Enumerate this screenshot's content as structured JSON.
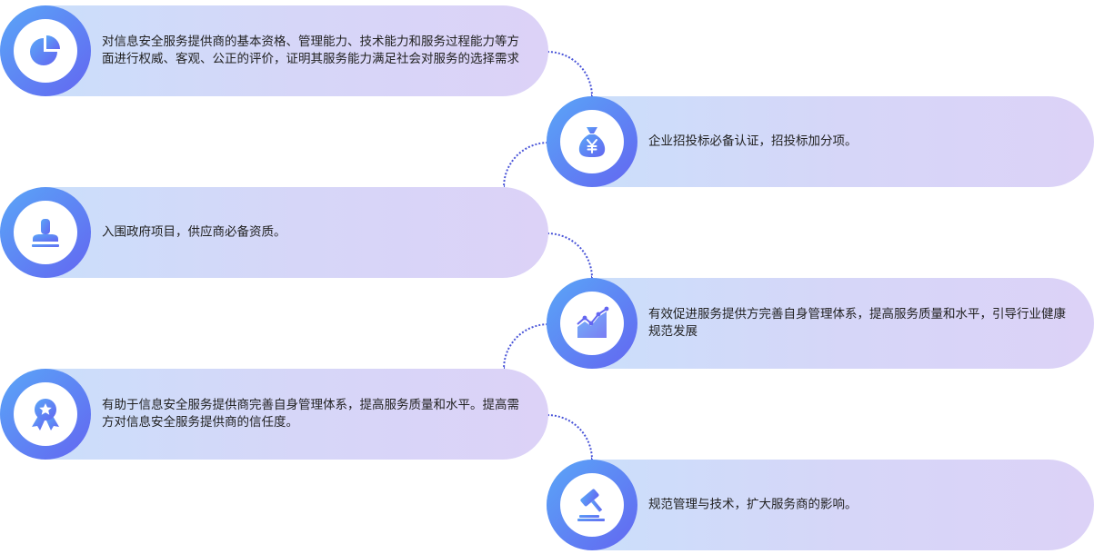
{
  "colors": {
    "circle_gradient_start": "#5aa6f7",
    "circle_gradient_end": "#6366f1",
    "pill_gradient_start": "#c9e0fb",
    "pill_gradient_end": "#dcd2f7",
    "connector": "#4a55d8"
  },
  "items": [
    {
      "icon": "pie-chart-icon",
      "text": "对信息安全服务提供商的基本资格、管理能力、技术能力和服务过程能力等方面进行权威、客观、公正的评价，证明其服务能力满足社会对服务的选择需求"
    },
    {
      "icon": "money-bag-icon",
      "text": "企业招投标必备认证，招投标加分项。"
    },
    {
      "icon": "stamp-icon",
      "text": "入围政府项目，供应商必备资质。"
    },
    {
      "icon": "trend-chart-icon",
      "text": "有效促进服务提供方完善自身管理体系，提高服务质量和水平，引导行业健康规范发展"
    },
    {
      "icon": "award-medal-icon",
      "text": "有助于信息安全服务提供商完善自身管理体系，提高服务质量和水平。提高需方对信息安全服务提供商的信任度。"
    },
    {
      "icon": "gavel-icon",
      "text": "规范管理与技术，扩大服务商的影响。"
    }
  ]
}
